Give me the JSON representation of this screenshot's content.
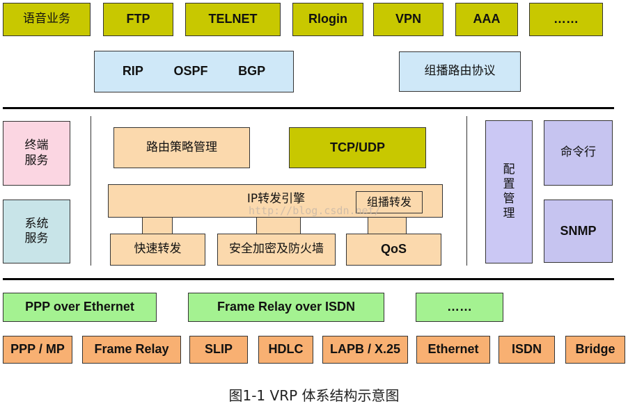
{
  "top_row": [
    "语音业务",
    "FTP",
    "TELNET",
    "Rlogin",
    "VPN",
    "AAA",
    "……"
  ],
  "routing": {
    "protocols": [
      "RIP",
      "OSPF",
      "BGP"
    ],
    "multicast": "组播路由协议"
  },
  "middle": {
    "terminal_service": [
      "终端",
      "服务"
    ],
    "system_service": [
      "系统",
      "服务"
    ],
    "route_policy": "路由策略管理",
    "tcp_udp": "TCP/UDP",
    "ip_forward": "IP转发引擎",
    "multicast_forward": "组播转发",
    "fast_forward": "快速转发",
    "security": "安全加密及防火墙",
    "qos": "QoS",
    "config_mgmt": [
      "配",
      "置",
      "管",
      "理"
    ],
    "cli": "命令行",
    "snmp": "SNMP"
  },
  "link_upper": [
    "PPP over Ethernet",
    "Frame Relay over ISDN",
    "……"
  ],
  "link_lower": [
    "PPP / MP",
    "Frame Relay",
    "SLIP",
    "HDLC",
    "LAPB / X.25",
    "Ethernet",
    "ISDN",
    "Bridge"
  ],
  "watermark": "http://blog.csdn.net/",
  "caption": "图1-1  VRP 体系结构示意图",
  "colors": {
    "olive": "#c8c800",
    "light_blue": "#cfe8f8",
    "peach": "#fbd9ad",
    "pink": "#fbd6e2",
    "teal": "#c8e4e8",
    "lavender": "#cbc8f4",
    "green": "#a4f291",
    "orange": "#f8b072"
  }
}
